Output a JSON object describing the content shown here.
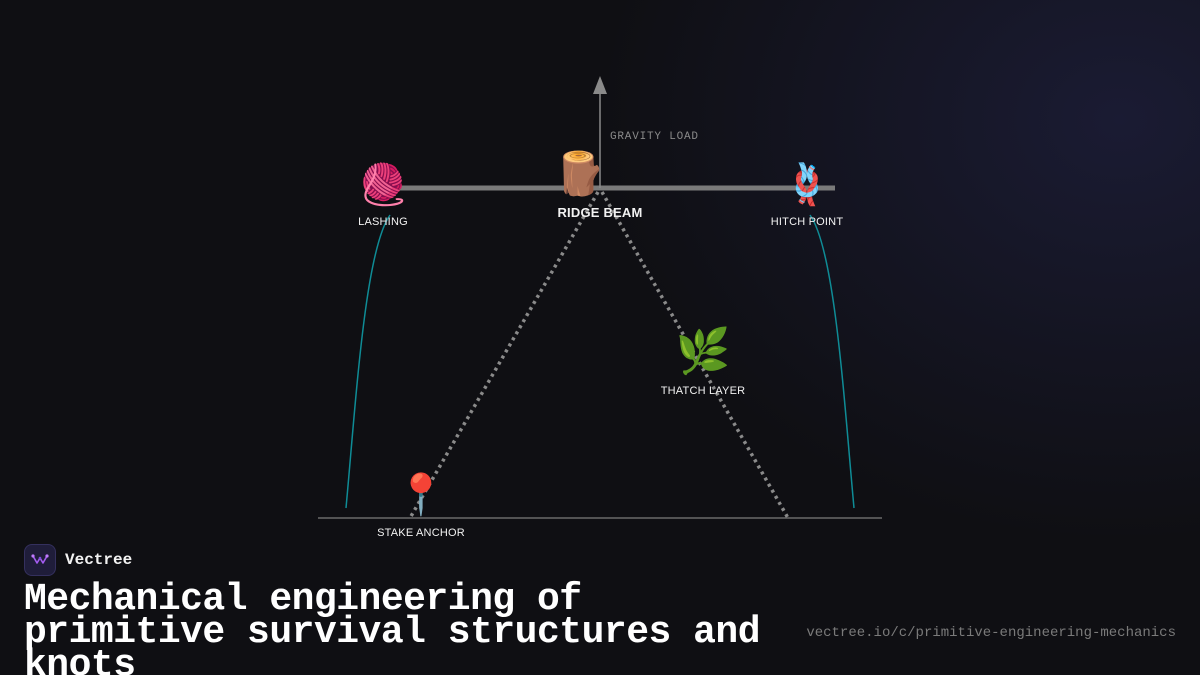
{
  "diagram": {
    "axis_label": "GRAVITY LOAD",
    "nodes": {
      "ridge_beam": {
        "label": "RIDGE BEAM",
        "icon": "wood-log-icon",
        "glyph": "🪵"
      },
      "lashing": {
        "label": "LASHING",
        "icon": "yarn-ball-icon",
        "glyph": "🧶"
      },
      "hitch_point": {
        "label": "HITCH POINT",
        "icon": "knot-icon",
        "glyph": "🪢"
      },
      "thatch_layer": {
        "label": "THATCH LAYER",
        "icon": "herb-leaf-icon",
        "glyph": "🌿"
      },
      "stake_anchor": {
        "label": "STAKE ANCHOR",
        "icon": "round-pushpin-icon",
        "glyph": "📍"
      }
    },
    "colors": {
      "beam": "#7a7a7a",
      "brace": "#8a8a8a",
      "cable": "#0f8c96",
      "ground": "#6a6a6a"
    }
  },
  "footer": {
    "brand_name": "Vectree",
    "brand_icon": "vectree-logo-icon",
    "title": "Mechanical engineering of primitive survival structures and knots",
    "url": "vectree.io/c/primitive-engineering-mechanics"
  }
}
